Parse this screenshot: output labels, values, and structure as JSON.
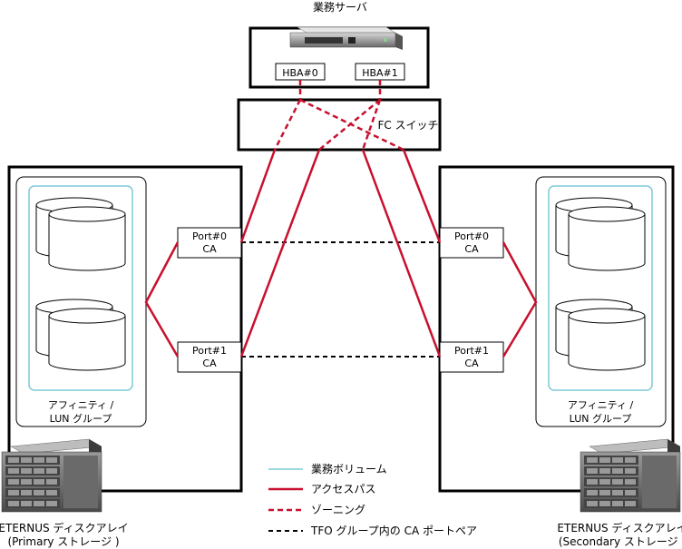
{
  "server": {
    "title": "業務サーバ",
    "hba0": "HBA#0",
    "hba1": "HBA#1"
  },
  "fc_switch": {
    "label": "FC スイッチ"
  },
  "primary": {
    "port0": {
      "line1": "Port#0",
      "line2": "CA"
    },
    "port1": {
      "line1": "Port#1",
      "line2": "CA"
    },
    "affinity": {
      "line1": "アフィニティ /",
      "line2": "LUN グループ"
    },
    "storage": {
      "line1": "ETERNUS ディスクアレイ",
      "line2": "(Primary ストレージ )"
    }
  },
  "secondary": {
    "port0": {
      "line1": "Port#0",
      "line2": "CA"
    },
    "port1": {
      "line1": "Port#1",
      "line2": "CA"
    },
    "affinity": {
      "line1": "アフィニティ /",
      "line2": "LUN グループ"
    },
    "storage": {
      "line1": "ETERNUS ディスクアレイ",
      "line2": "(Secondary ストレージ )"
    }
  },
  "legend": [
    {
      "label": "業務ボリューム",
      "color": "#7fc8d8",
      "style": "solid"
    },
    {
      "label": "アクセスパス",
      "color": "#c8102e",
      "style": "solid"
    },
    {
      "label": "ゾーニング",
      "color": "#c8102e",
      "style": "dashed"
    },
    {
      "label": "TFO グループ内の CA ポートペア",
      "color": "#000000",
      "style": "dashed"
    }
  ]
}
